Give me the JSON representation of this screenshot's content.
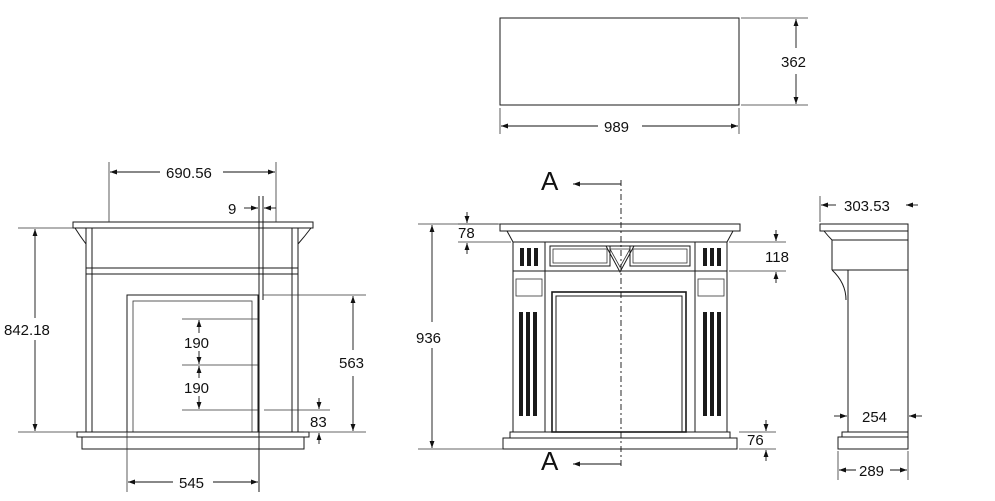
{
  "top_view": {
    "width": "989",
    "depth": "362"
  },
  "side_section": {
    "overall_width": "690.56",
    "offset": "9",
    "height": "842.18",
    "opening_height": "563",
    "spacing_upper": "190",
    "spacing_lower": "190",
    "base_offset": "83",
    "opening_width": "545"
  },
  "front_view": {
    "height": "936",
    "cornice": "78",
    "frieze": "118",
    "plinth": "76",
    "section_label_top": "A",
    "section_label_bottom": "A"
  },
  "right_view": {
    "top_depth": "303.53",
    "inner_depth": "254",
    "base_depth": "289"
  }
}
